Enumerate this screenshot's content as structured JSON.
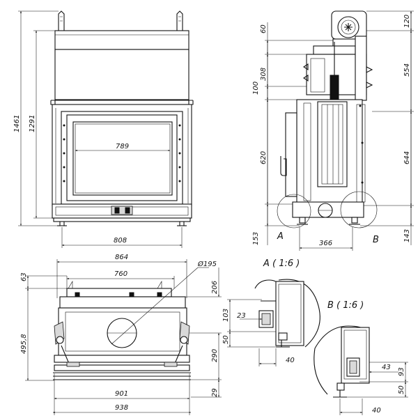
{
  "front_view": {
    "width_dim": "808",
    "glass_dim": "789",
    "height_total_dim": "1461",
    "height_body_dim": "1291"
  },
  "side_view": {
    "dims_left": [
      "60",
      "308",
      "100",
      "620",
      "153"
    ],
    "dims_right": [
      "120",
      "554",
      "644",
      "143"
    ],
    "bottom_dim": "366",
    "detail_a_marker": "A",
    "detail_b_marker": "B"
  },
  "top_view": {
    "dims_top": [
      "864",
      "760"
    ],
    "dims_bottom": [
      "901",
      "938"
    ],
    "dims_left": [
      "63",
      "495,8"
    ],
    "dims_right": [
      "206",
      "290",
      "29"
    ],
    "flue_diameter": "Ø195"
  },
  "detail_a": {
    "title": "A ( 1:6 )",
    "dims": [
      "103",
      "23",
      "50",
      "40"
    ]
  },
  "detail_b": {
    "title": "B ( 1:6 )",
    "dims": [
      "43",
      "93",
      "50",
      "40"
    ]
  }
}
